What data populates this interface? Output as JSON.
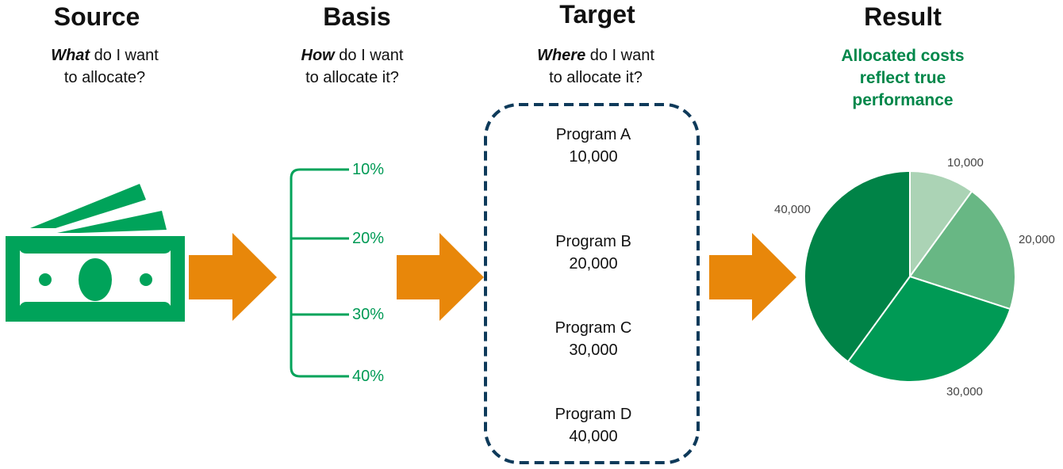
{
  "source": {
    "title": "Source",
    "q_em": "What",
    "q_line1": "do I want",
    "q_line2": "to allocate?"
  },
  "basis": {
    "title": "Basis",
    "q_em": "How",
    "q_line1": "do I want",
    "q_line2": "to allocate it?",
    "percents": [
      "10%",
      "20%",
      "30%",
      "40%"
    ]
  },
  "target": {
    "title": "Target",
    "q_em": "Where",
    "q_line1": "do I want",
    "q_line2": "to allocate it?",
    "programs": [
      {
        "name": "Program A",
        "value": "10,000"
      },
      {
        "name": "Program B",
        "value": "20,000"
      },
      {
        "name": "Program C",
        "value": "30,000"
      },
      {
        "name": "Program D",
        "value": "40,000"
      }
    ]
  },
  "result": {
    "title": "Result",
    "line1": "Allocated costs",
    "line2": "reflect true",
    "line3": "performance",
    "slices": [
      {
        "label": "10,000",
        "value": 10000,
        "color": "#abd3b5"
      },
      {
        "label": "20,000",
        "value": 20000,
        "color": "#68b784"
      },
      {
        "label": "30,000",
        "value": 30000,
        "color": "#009a55"
      },
      {
        "label": "40,000",
        "value": 40000,
        "color": "#008347"
      }
    ]
  },
  "colors": {
    "green": "#00a35a",
    "orange": "#e8870a",
    "navy": "#0e3a5a"
  },
  "icons": [
    "money-icon",
    "arrow-right-icon",
    "bracket-icon"
  ]
}
